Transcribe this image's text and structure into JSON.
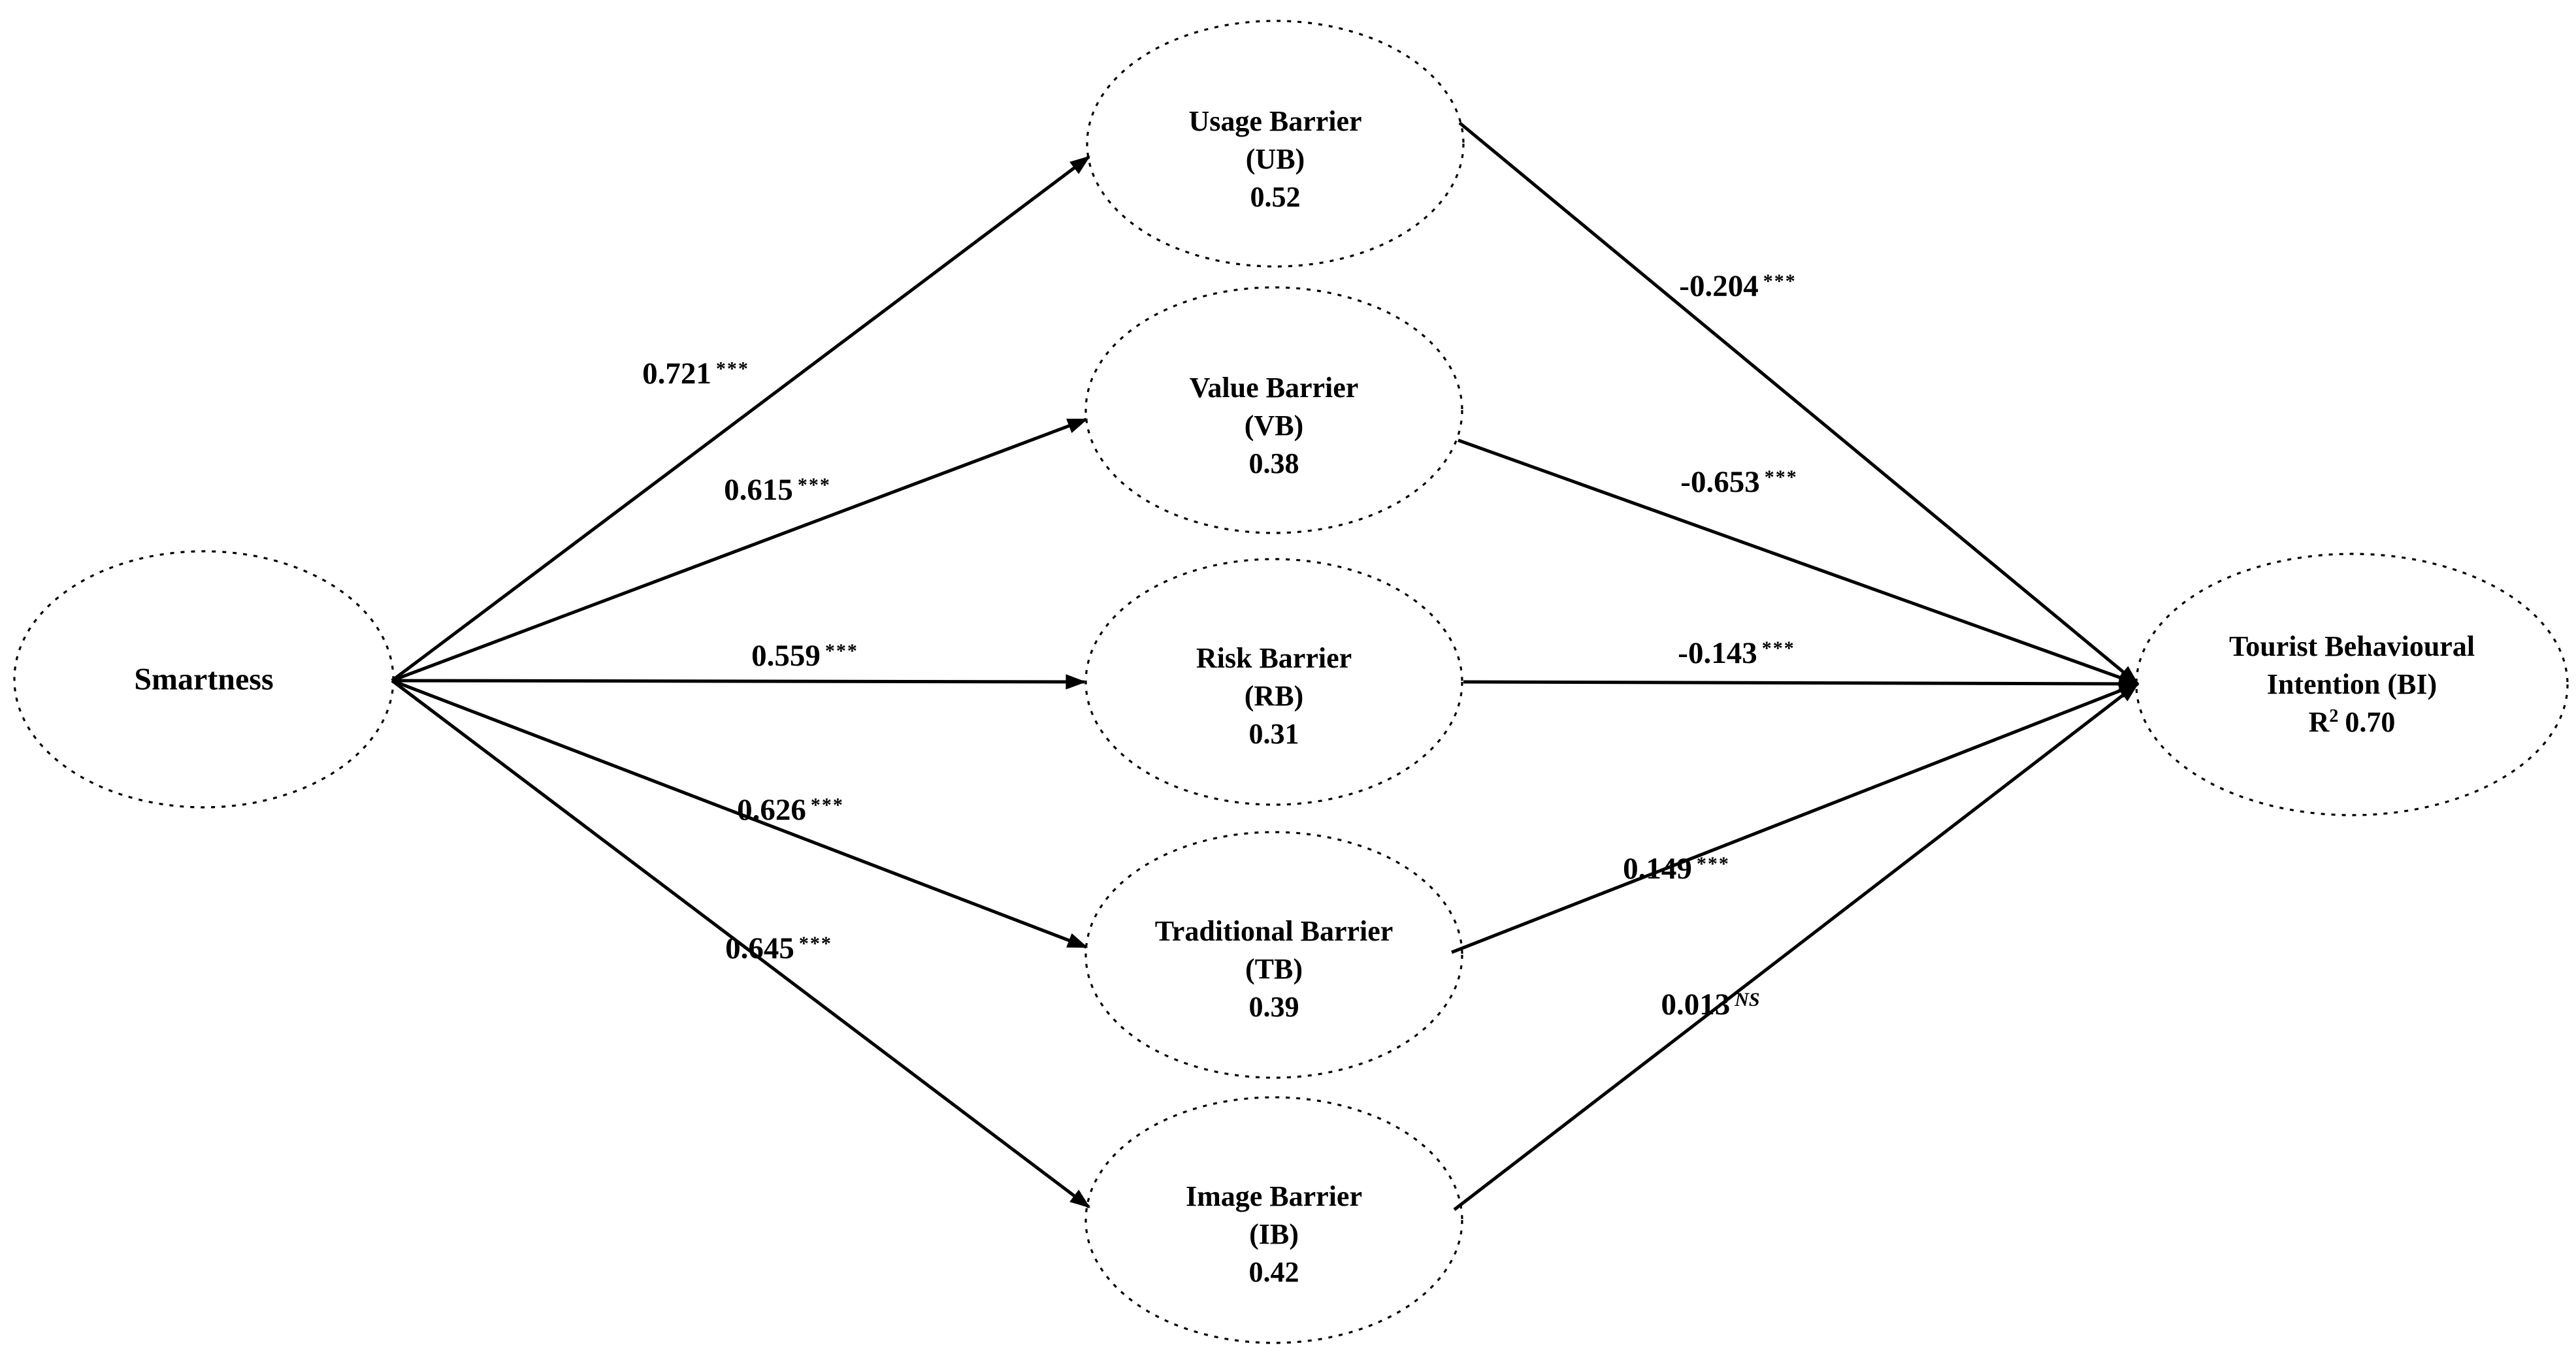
{
  "diagram": {
    "title": "Smartness barriers structural model",
    "colors": {
      "ink": "#000000",
      "background": "#ffffff"
    },
    "nodes": {
      "smartness": {
        "label": "Smartness"
      },
      "ub": {
        "name": "Usage Barrier",
        "abbr": "(UB)",
        "value": "0.52"
      },
      "vb": {
        "name": "Value Barrier",
        "abbr": "(VB)",
        "value": "0.38"
      },
      "rb": {
        "name": "Risk Barrier",
        "abbr": "(RB)",
        "value": "0.31"
      },
      "tb": {
        "name": "Traditional Barrier",
        "abbr": "(TB)",
        "value": "0.39"
      },
      "ib": {
        "name": "Image Barrier",
        "abbr": "(IB)",
        "value": "0.42"
      },
      "bi": {
        "name_line1": "Tourist Behavioural",
        "name_line2": "Intention (BI)",
        "r_label": "R",
        "r_sup": "2",
        "r_value": "0.70"
      }
    },
    "edges": {
      "s_ub": {
        "from": "Smartness",
        "to": "Usage Barrier (UB)",
        "coef": "0.721",
        "sig": "***"
      },
      "s_vb": {
        "from": "Smartness",
        "to": "Value Barrier (VB)",
        "coef": "0.615",
        "sig": "***"
      },
      "s_rb": {
        "from": "Smartness",
        "to": "Risk Barrier (RB)",
        "coef": "0.559",
        "sig": "***"
      },
      "s_tb": {
        "from": "Smartness",
        "to": "Traditional Barrier (TB)",
        "coef": "0.626",
        "sig": "***"
      },
      "s_ib": {
        "from": "Smartness",
        "to": "Image Barrier (IB)",
        "coef": "0.645",
        "sig": "***"
      },
      "ub_bi": {
        "from": "Usage Barrier (UB)",
        "to": "Tourist Behavioural Intention (BI)",
        "coef": "-0.204",
        "sig": "***"
      },
      "vb_bi": {
        "from": "Value Barrier (VB)",
        "to": "Tourist Behavioural Intention (BI)",
        "coef": "-0.653",
        "sig": "***"
      },
      "rb_bi": {
        "from": "Risk Barrier (RB)",
        "to": "Tourist Behavioural Intention (BI)",
        "coef": "-0.143",
        "sig": "***"
      },
      "tb_bi": {
        "from": "Traditional Barrier (TB)",
        "to": "Tourist Behavioural Intention (BI)",
        "coef": "0.149",
        "sig": "***"
      },
      "ib_bi": {
        "from": "Image Barrier (IB)",
        "to": "Tourist Behavioural Intention (BI)",
        "coef": "0.013",
        "sig": "NS"
      }
    }
  }
}
